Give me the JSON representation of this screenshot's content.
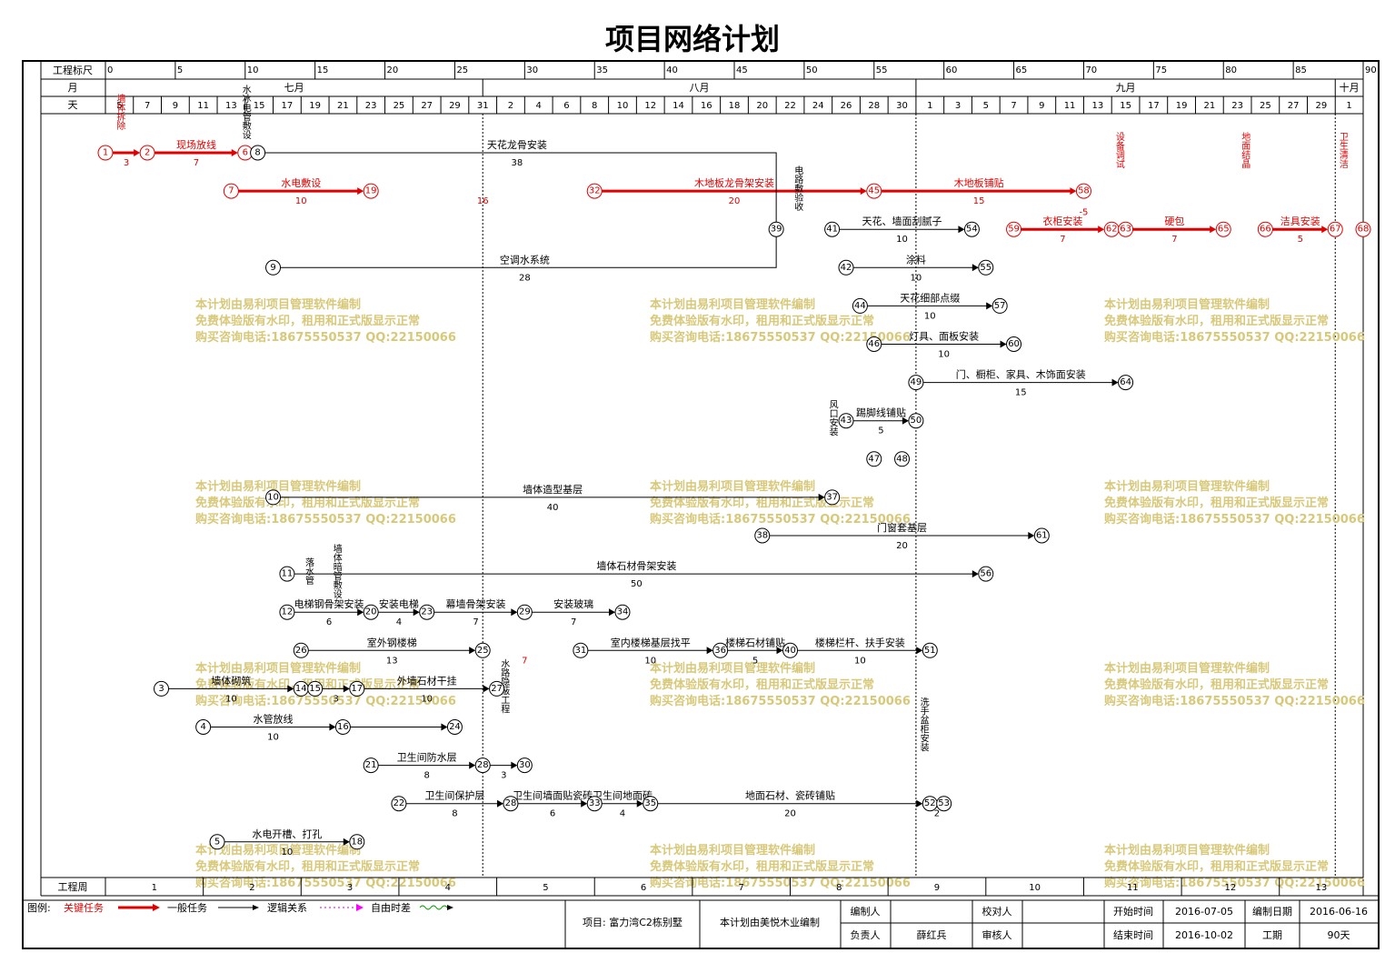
{
  "title": "项目网络计划",
  "header": {
    "row1_label": "工程标尺",
    "row2_label": "月",
    "row3_label": "天",
    "bottom_label": "工程周",
    "scale_ticks": [
      "0",
      "5",
      "10",
      "15",
      "20",
      "25",
      "30",
      "35",
      "40",
      "45",
      "50",
      "55",
      "60",
      "65",
      "70",
      "75",
      "80",
      "85",
      "90"
    ],
    "months": [
      {
        "label": "七月",
        "from": 0,
        "to": 27
      },
      {
        "label": "八月",
        "from": 27,
        "to": 58
      },
      {
        "label": "九月",
        "from": 58,
        "to": 88
      },
      {
        "label": "十月",
        "from": 88,
        "to": 90
      }
    ],
    "days": [
      "5",
      "7",
      "9",
      "11",
      "13",
      "15",
      "17",
      "19",
      "21",
      "23",
      "25",
      "27",
      "29",
      "31",
      "2",
      "4",
      "6",
      "8",
      "10",
      "12",
      "14",
      "16",
      "18",
      "20",
      "22",
      "24",
      "26",
      "28",
      "30",
      "1",
      "3",
      "5",
      "7",
      "9",
      "11",
      "13",
      "15",
      "17",
      "19",
      "21",
      "23",
      "25",
      "27",
      "29",
      "1"
    ],
    "weeks": [
      "1",
      "2",
      "3",
      "4",
      "5",
      "6",
      "7",
      "8",
      "9",
      "10",
      "11",
      "12",
      "13"
    ]
  },
  "watermark": {
    "line1": "本计划由易利项目管理软件编制",
    "line2": "免费体验版有水印，租用和正式版显示正常",
    "line3": "购买咨询电话:18675550537 QQ:22150066"
  },
  "legend": {
    "label": "图例:",
    "critical": "关键任务",
    "general": "一般任务",
    "logic": "逻辑关系",
    "float": "自由时差"
  },
  "footer": {
    "project": "项目: 富力湾C2栋别墅",
    "prepared_by_org": "本计划由美悦木业编制",
    "editor_label": "编制人",
    "editor_value": "",
    "checker_label": "校对人",
    "checker_value": "",
    "owner_label": "负责人",
    "owner_value": "薛红兵",
    "reviewer_label": "审核人",
    "reviewer_value": "",
    "start_label": "开始时间",
    "start_value": "2016-07-05",
    "end_label": "结束时间",
    "end_value": "2016-10-02",
    "date_label": "编制日期",
    "date_value": "2016-06-16",
    "duration_label": "工期",
    "duration_value": "90天"
  },
  "colors": {
    "critical": "#e00000",
    "general": "#000000",
    "logic": "#cc00cc",
    "float_marker": "#ff00ff",
    "float_wave": "#00a000",
    "watermark": "#d8c87a"
  },
  "network": {
    "nodes": [
      {
        "id": "1",
        "day": 0,
        "row": 0,
        "crit": true
      },
      {
        "id": "2",
        "day": 3,
        "row": 0,
        "crit": true
      },
      {
        "id": "6",
        "day": 10,
        "row": 0,
        "crit": true
      },
      {
        "id": "8",
        "day": 10.9,
        "row": 0,
        "crit": false
      },
      {
        "id": "7",
        "day": 9,
        "row": 1,
        "crit": true
      },
      {
        "id": "19",
        "day": 19,
        "row": 1,
        "crit": true
      },
      {
        "id": "32",
        "day": 35,
        "row": 1,
        "crit": true
      },
      {
        "id": "45",
        "day": 55,
        "row": 1,
        "crit": true
      },
      {
        "id": "58",
        "day": 70,
        "row": 1,
        "crit": true
      },
      {
        "id": "39",
        "day": 48,
        "row": 2,
        "crit": false
      },
      {
        "id": "41",
        "day": 52,
        "row": 2,
        "crit": false
      },
      {
        "id": "54",
        "day": 62,
        "row": 2,
        "crit": false
      },
      {
        "id": "59",
        "day": 65,
        "row": 2,
        "crit": true
      },
      {
        "id": "62",
        "day": 72,
        "row": 2,
        "crit": true
      },
      {
        "id": "63",
        "day": 73,
        "row": 2,
        "crit": true
      },
      {
        "id": "65",
        "day": 80,
        "row": 2,
        "crit": true
      },
      {
        "id": "66",
        "day": 83,
        "row": 2,
        "crit": true
      },
      {
        "id": "67",
        "day": 88,
        "row": 2,
        "crit": true
      },
      {
        "id": "68",
        "day": 90,
        "row": 2,
        "crit": true
      },
      {
        "id": "9",
        "day": 12,
        "row": 3,
        "crit": false
      },
      {
        "id": "42",
        "day": 53,
        "row": 3,
        "crit": false
      },
      {
        "id": "55",
        "day": 63,
        "row": 3,
        "crit": false
      },
      {
        "id": "44",
        "day": 54,
        "row": 4,
        "crit": false
      },
      {
        "id": "57",
        "day": 64,
        "row": 4,
        "crit": false
      },
      {
        "id": "46",
        "day": 55,
        "row": 5,
        "crit": false
      },
      {
        "id": "60",
        "day": 65,
        "row": 5,
        "crit": false
      },
      {
        "id": "49",
        "day": 58,
        "row": 6,
        "crit": false
      },
      {
        "id": "64",
        "day": 73,
        "row": 6,
        "crit": false
      },
      {
        "id": "43",
        "day": 53,
        "row": 7,
        "crit": false
      },
      {
        "id": "50",
        "day": 58,
        "row": 7,
        "crit": false
      },
      {
        "id": "47",
        "day": 55,
        "row": 8,
        "crit": false
      },
      {
        "id": "48",
        "day": 57,
        "row": 8,
        "crit": false
      },
      {
        "id": "10",
        "day": 12,
        "row": 9,
        "crit": false
      },
      {
        "id": "37",
        "day": 52,
        "row": 9,
        "crit": false
      },
      {
        "id": "38",
        "day": 47,
        "row": 10,
        "crit": false
      },
      {
        "id": "61",
        "day": 67,
        "row": 10,
        "crit": false
      },
      {
        "id": "11",
        "day": 13,
        "row": 11,
        "crit": false
      },
      {
        "id": "56",
        "day": 63,
        "row": 11,
        "crit": false
      },
      {
        "id": "12",
        "day": 13,
        "row": 12,
        "crit": false
      },
      {
        "id": "20",
        "day": 19,
        "row": 12,
        "crit": false
      },
      {
        "id": "23",
        "day": 23,
        "row": 12,
        "crit": false
      },
      {
        "id": "29",
        "day": 30,
        "row": 12,
        "crit": false
      },
      {
        "id": "34",
        "day": 37,
        "row": 12,
        "crit": false
      },
      {
        "id": "26",
        "day": 14,
        "row": 13,
        "crit": false
      },
      {
        "id": "25",
        "day": 27,
        "row": 13,
        "crit": false
      },
      {
        "id": "31",
        "day": 34,
        "row": 13,
        "crit": false
      },
      {
        "id": "36",
        "day": 44,
        "row": 13,
        "crit": false
      },
      {
        "id": "40",
        "day": 49,
        "row": 13,
        "crit": false
      },
      {
        "id": "51",
        "day": 59,
        "row": 13,
        "crit": false
      },
      {
        "id": "3",
        "day": 4,
        "row": 14,
        "crit": false
      },
      {
        "id": "14",
        "day": 14,
        "row": 14,
        "crit": false
      },
      {
        "id": "15",
        "day": 15,
        "row": 14,
        "crit": false
      },
      {
        "id": "17",
        "day": 18,
        "row": 14,
        "crit": false
      },
      {
        "id": "27",
        "day": 28,
        "row": 14,
        "crit": false
      },
      {
        "id": "4",
        "day": 7,
        "row": 15,
        "crit": false
      },
      {
        "id": "16",
        "day": 17,
        "row": 15,
        "crit": false
      },
      {
        "id": "24",
        "day": 25,
        "row": 15,
        "crit": false
      },
      {
        "id": "21",
        "day": 19,
        "row": 16,
        "crit": false
      },
      {
        "id": "28",
        "day": 27,
        "row": 16,
        "crit": false
      },
      {
        "id": "30",
        "day": 30,
        "row": 16,
        "crit": false
      },
      {
        "id": "22",
        "day": 21,
        "row": 17,
        "crit": false
      },
      {
        "id": "26b",
        "label": "28",
        "day": 29,
        "row": 17,
        "crit": false
      },
      {
        "id": "33",
        "day": 35,
        "row": 17,
        "crit": false
      },
      {
        "id": "35",
        "day": 39,
        "row": 17,
        "crit": false
      },
      {
        "id": "52",
        "day": 59,
        "row": 17,
        "crit": false
      },
      {
        "id": "53",
        "day": 60,
        "row": 17,
        "crit": false
      },
      {
        "id": "5",
        "day": 8,
        "row": 18,
        "crit": false
      },
      {
        "id": "18",
        "day": 18,
        "row": 18,
        "crit": false
      }
    ],
    "activities": [
      {
        "from": "1",
        "to": "2",
        "label": "墙体拆除",
        "dur": "3",
        "crit": true,
        "vertical": true
      },
      {
        "from": "2",
        "to": "6",
        "label": "现场放线",
        "dur": "7",
        "crit": true
      },
      {
        "from": "7",
        "to": "19",
        "label": "水电敷设",
        "dur": "10",
        "crit": true
      },
      {
        "from": "32",
        "to": "45",
        "label": "木地板龙骨架安装",
        "dur": "20",
        "crit": true
      },
      {
        "from": "45",
        "to": "58",
        "label": "木地板铺贴",
        "dur": "15",
        "crit": true
      },
      {
        "from": "59",
        "to": "62",
        "label": "衣柜安装",
        "dur": "7",
        "crit": true
      },
      {
        "from": "63",
        "to": "65",
        "label": "硬包",
        "dur": "7",
        "crit": true
      },
      {
        "from": "66",
        "to": "67",
        "label": "洁具安装",
        "dur": "5",
        "crit": true
      },
      {
        "from": "8",
        "to": "39",
        "label": "天花龙骨安装",
        "dur": "38",
        "crit": false
      },
      {
        "from": "41",
        "to": "54",
        "label": "天花、墙面刮腻子",
        "dur": "10",
        "crit": false
      },
      {
        "from": "9",
        "to": "39",
        "label": "空调水系统",
        "dur": "28",
        "crit": false
      },
      {
        "from": "42",
        "to": "55",
        "label": "涂料",
        "dur": "10",
        "crit": false
      },
      {
        "from": "44",
        "to": "57",
        "label": "天花细部点缀",
        "dur": "10",
        "crit": false
      },
      {
        "from": "46",
        "to": "60",
        "label": "灯具、面板安装",
        "dur": "10",
        "crit": false
      },
      {
        "from": "49",
        "to": "64",
        "label": "门、橱柜、家具、木饰面安装",
        "dur": "15",
        "crit": false
      },
      {
        "from": "43",
        "to": "50",
        "label": "踢脚线铺贴",
        "dur": "5",
        "crit": false
      },
      {
        "from": "10",
        "to": "37",
        "label": "墙体造型基层",
        "dur": "40",
        "crit": false
      },
      {
        "from": "38",
        "to": "61",
        "label": "门窗套基层",
        "dur": "20",
        "crit": false
      },
      {
        "from": "11",
        "to": "56",
        "label": "墙体石材骨架安装",
        "dur": "50",
        "crit": false
      },
      {
        "from": "12",
        "to": "20",
        "label": "电梯钢骨架安装",
        "dur": "6",
        "crit": false
      },
      {
        "from": "20",
        "to": "23",
        "label": "安装电梯",
        "dur": "4",
        "crit": false
      },
      {
        "from": "23",
        "to": "29",
        "label": "幕墙骨架安装",
        "dur": "7",
        "crit": false
      },
      {
        "from": "29",
        "to": "34",
        "label": "安装玻璃",
        "dur": "7",
        "crit": false
      },
      {
        "from": "26",
        "to": "25",
        "label": "室外钢楼梯",
        "dur": "13",
        "crit": false
      },
      {
        "from": "31",
        "to": "36",
        "label": "室内楼梯基层找平",
        "dur": "10",
        "crit": false
      },
      {
        "from": "36",
        "to": "40",
        "label": "楼梯石材铺贴",
        "dur": "5",
        "crit": false
      },
      {
        "from": "40",
        "to": "51",
        "label": "楼梯栏杆、扶手安装",
        "dur": "10",
        "crit": false
      },
      {
        "from": "3",
        "to": "14",
        "label": "墙体砌筑",
        "dur": "10",
        "crit": false
      },
      {
        "from": "17",
        "to": "27",
        "label": "外墙石材干挂",
        "dur": "10",
        "crit": false
      },
      {
        "from": "4",
        "to": "16",
        "label": "水管放线",
        "dur": "10",
        "crit": false
      },
      {
        "from": "16",
        "to": "24",
        "label": "",
        "dur": "",
        "crit": false
      },
      {
        "from": "21",
        "to": "28",
        "label": "卫生间防水层",
        "dur": "8",
        "crit": false
      },
      {
        "from": "28",
        "to": "30",
        "label": "",
        "dur": "3",
        "crit": false
      },
      {
        "from": "22",
        "to": "26b",
        "label": "卫生间保护层",
        "dur": "8",
        "crit": false
      },
      {
        "from": "26b",
        "to": "33",
        "label": "卫生间墙面贴瓷砖",
        "dur": "6",
        "crit": false
      },
      {
        "from": "33",
        "to": "35",
        "label": "卫生间地面砖",
        "dur": "4",
        "crit": false
      },
      {
        "from": "35",
        "to": "52",
        "label": "地面石材、瓷砖铺贴",
        "dur": "20",
        "crit": false
      },
      {
        "from": "52",
        "to": "53",
        "label": "",
        "dur": "2",
        "crit": false
      },
      {
        "from": "5",
        "to": "18",
        "label": "水电开槽、打孔",
        "dur": "10",
        "crit": false
      },
      {
        "from": "15",
        "to": "17",
        "label": "",
        "dur": "3",
        "crit": false
      }
    ],
    "vertical_labels": [
      {
        "text": "墙体拆除",
        "day": 1,
        "row": 0
      },
      {
        "text": "电路敷验收",
        "day": 49.5,
        "row": 2
      },
      {
        "text": "设备调试",
        "day": 72.5,
        "row": 1
      },
      {
        "text": "地面结晶",
        "day": 81.5,
        "row": 1
      },
      {
        "text": "卫生清洁",
        "day": 88.5,
        "row": 1
      },
      {
        "text": "风口安装",
        "day": 52,
        "row": 8
      },
      {
        "text": "落水管",
        "day": 14.5,
        "row": 12
      },
      {
        "text": "墙体暗管敷设",
        "day": 16.5,
        "row": 12
      },
      {
        "text": "水路隐蔽工程",
        "day": 28.5,
        "row": 15
      },
      {
        "text": "洗手盆柜安装",
        "day": 58.5,
        "row": 16
      },
      {
        "text": "水冰电管敷设",
        "day": 10,
        "row": 0
      }
    ],
    "float_labels": [
      {
        "text": "16",
        "day": 27,
        "row": 1
      },
      {
        "text": "-5",
        "day": 70,
        "row": 1.3
      },
      {
        "text": "7",
        "day": 30,
        "row": 13
      }
    ]
  }
}
